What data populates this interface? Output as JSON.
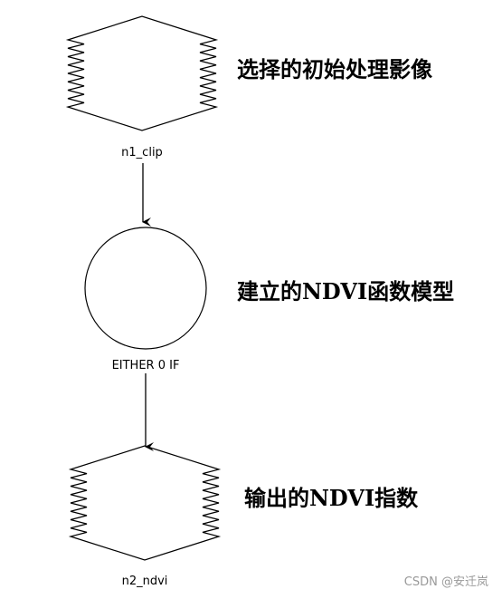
{
  "nodes": {
    "input": {
      "label": "n1_clip",
      "note": "选择的初始处理影像"
    },
    "function": {
      "label": "EITHER 0 IF",
      "note": "建立的NDVI函数模型"
    },
    "output": {
      "label": "n2_ndvi",
      "note": "输出的NDVI指数"
    }
  },
  "watermark": "CSDN @安迁岚"
}
